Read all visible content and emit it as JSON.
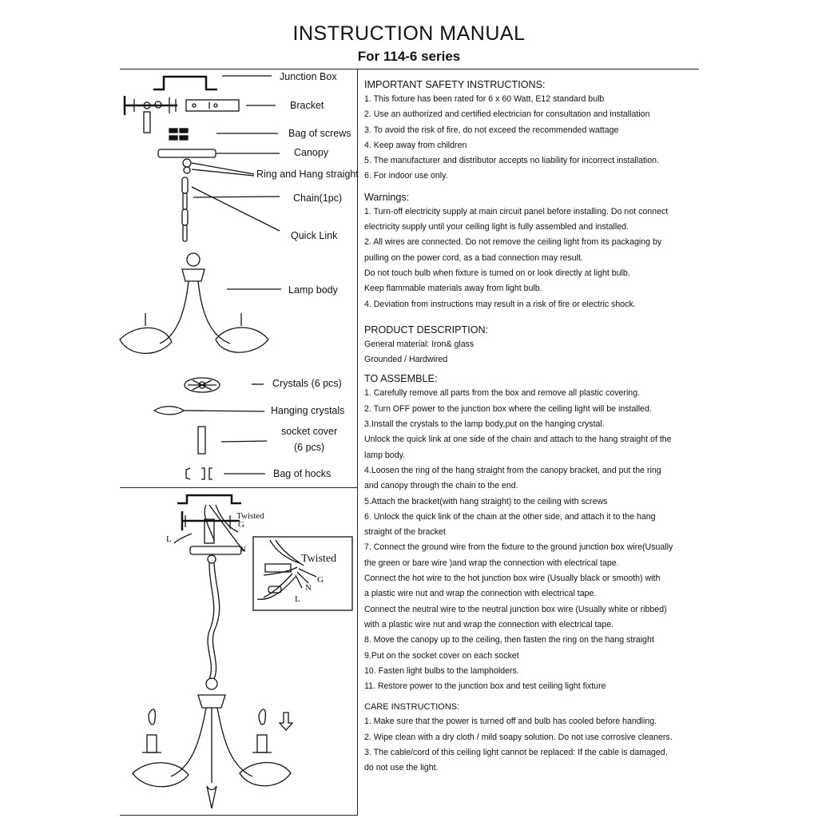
{
  "header": {
    "title": "INSTRUCTION MANUAL",
    "subtitle": "For 114-6 series"
  },
  "parts": {
    "junction_box": "Junction Box",
    "bracket": "Bracket",
    "bag_of_screws": "Bag of screws",
    "canopy": "Canopy",
    "ring": "Ring and Hang straight",
    "chain": "Chain(1pc)",
    "quick_link": "Quick Link",
    "lamp_body": "Lamp body",
    "crystals": "Crystals (6 pcs)",
    "hanging_crystals": "Hanging crystals",
    "socket_cover": "socket cover",
    "socket_cover_qty": "(6 pcs)",
    "bag_of_hocks": "Bag of hocks"
  },
  "wiring": {
    "twisted_small": "Twisted",
    "twisted_large": "Twisted",
    "g": "G",
    "n": "N",
    "l": "L",
    "g2": "G",
    "n2": "N",
    "l2": "L"
  },
  "instructions": {
    "safety": {
      "heading": "IMPORTANT SAFETY INSTRUCTIONS:",
      "lines": [
        "1. This fixture has been rated for 6 x 60 Watt, E12 standard bulb",
        "2. Use an authorized and certified electrician for consultation and installation",
        "3. To avoid the risk of fire, do not exceed the recommended wattage",
        "4. Keep away from children",
        "5. The manufacturer and distributor accepts no liability for incorrect installation.",
        "6. For indoor use only."
      ]
    },
    "warnings": {
      "heading": "Warnings:",
      "lines": [
        "1. Turn-off electricity supply at main circuit panel before installing. Do not connect",
        "electricity supply until your ceiling light is fully assembled and installed.",
        "2. All wires are connected. Do not remove the ceiling light from its packaging by",
        "pulling on the power cord, as a bad connection may result.",
        "Do not touch bulb when fixture is turned on or look directly at light bulb.",
        "Keep flammable materials away from light bulb.",
        "4. Deviation from instructions may result in a risk of fire or electric shock."
      ]
    },
    "product": {
      "heading": "PRODUCT DESCRIPTION:",
      "lines": [
        "General material: Iron& glass",
        "Grounded / Hardwired"
      ]
    },
    "assemble": {
      "heading": "TO ASSEMBLE:",
      "lines": [
        "1. Carefully remove all parts from the box and remove all plastic covering.",
        "2. Turn OFF power to the junction box where the ceiling light will be installed.",
        "3.Install the crystals to the lamp body,put on the hanging crystal.",
        "Unlock the quick link at one side of the chain and attach to the hang straight of the",
        "lamp body.",
        "4.Loosen the ring of the hang straight from the canopy bracket, and put the ring",
        "and canopy through the chain to the end.",
        "5.Attach the bracket(with hang straight) to the ceiling with screws",
        "6. Unlock the quick link of the chain at the other side, and attach it to the hang",
        "straight of the bracket",
        "7. Connect the ground wire from the fixture to the ground junction box wire(Usually",
        "the green or bare wire )and wrap the connection with electrical tape.",
        "Connect the hot wire to the hot junction box wire (Usually black or smooth) with",
        "a plastic wire nut  and wrap the connection with electrical tape.",
        "Connect the neutral wire to the neutral junction box wire (Usually white or ribbed)",
        "with a plastic wire nut and wrap the connection with electrical tape.",
        "8. Move the canopy up to the ceiling, then fasten the ring on the hang straight",
        "9.Put on the socket cover on each socket",
        "10. Fasten light bulbs to the lampholders.",
        "11. Restore power to the junction box and test ceiling light fixture"
      ]
    },
    "care": {
      "heading": "CARE INSTRUCTIONS:",
      "lines": [
        "1. Make sure that the power is turned off and bulb has cooled before handling.",
        "2. Wipe clean with a dry cloth / mild soapy solution. Do not use corrosive cleaners.",
        "3. The cable/cord of this ceiling light cannot be replaced: If the cable is damaged,",
        "do not use the light."
      ]
    }
  }
}
